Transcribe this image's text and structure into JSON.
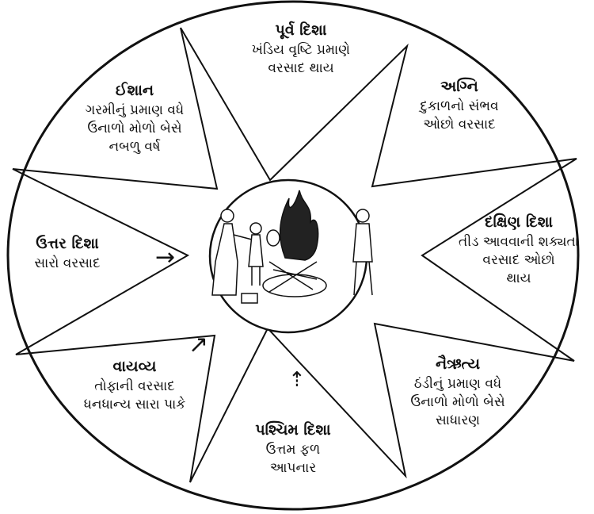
{
  "directions": [
    {
      "id": "east",
      "title": "પૂર્વ દિશા",
      "lines": [
        "ખંડિય વૃષ્ટિ પ્રમાણે",
        "વરસાદ થાય"
      ]
    },
    {
      "id": "southeast",
      "title": "અગ્નિ",
      "lines": [
        "દુકાળનો સંભવ",
        "ઓછો વરસાદ"
      ]
    },
    {
      "id": "south",
      "title": "દક્ષિણ દિશા",
      "lines": [
        "તીડ આવવાની શક્યતા",
        "વરસાદ ઓછો",
        "થાય"
      ]
    },
    {
      "id": "southwest",
      "title": "નૈઋત્ય",
      "lines": [
        "ઠંડીનું પ્રમાણ વધે",
        "ઉનાળો મોળો બેસે",
        "સાધારણ"
      ]
    },
    {
      "id": "west",
      "title": "પશ્ચિમ દિશા",
      "lines": [
        "ઉત્તમ ફળ",
        "આપનાર"
      ]
    },
    {
      "id": "northwest",
      "title": "વાયવ્ય",
      "lines": [
        "તોફાની વરસાદ",
        "ધનધાન્ય સારા પાકે"
      ]
    },
    {
      "id": "north",
      "title": "ઉત્તર દિશા",
      "lines": [
        "સારો વરસાદ"
      ]
    },
    {
      "id": "northeast",
      "title": "ઈશાન",
      "lines": [
        "ગરમીનું પ્રમાણ વધે",
        "ઉનાળો મોળો બેસે",
        "નબળુ વર્ષ"
      ]
    }
  ],
  "icons": {
    "center": "holi-bonfire-illustration",
    "north_arrow": "arrow-right-icon",
    "northwest_arrow": "arrow-up-right-icon",
    "west_arrow": "arrow-up-icon"
  },
  "colors": {
    "ink": "#111111",
    "background": "#ffffff"
  }
}
